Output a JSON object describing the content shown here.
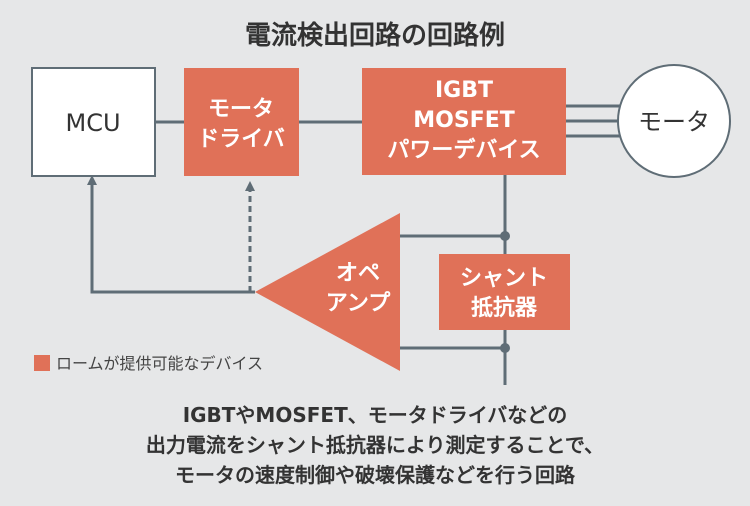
{
  "title": "電流検出回路の回路例",
  "blocks": {
    "mcu": "MCU",
    "motor_driver": [
      "モータ",
      "ドライバ"
    ],
    "power_device": [
      "IGBT",
      "MOSFET",
      "パワーデバイス"
    ],
    "motor": "モータ",
    "op_amp": [
      "オペ",
      "アンプ"
    ],
    "shunt_resistor": [
      "シャント",
      "抵抗器"
    ]
  },
  "legend": {
    "label": "ロームが提供可能なデバイス",
    "color": "#e07158"
  },
  "caption": [
    "IGBTやMOSFET、モータドライバなどの",
    "出力電流をシャント抵抗器により測定することで、",
    "モータの速度制御や破壊保護などを行う回路"
  ],
  "colors": {
    "accent": "#e07158",
    "line": "#5f6d76",
    "background": "#e6e7e8"
  }
}
